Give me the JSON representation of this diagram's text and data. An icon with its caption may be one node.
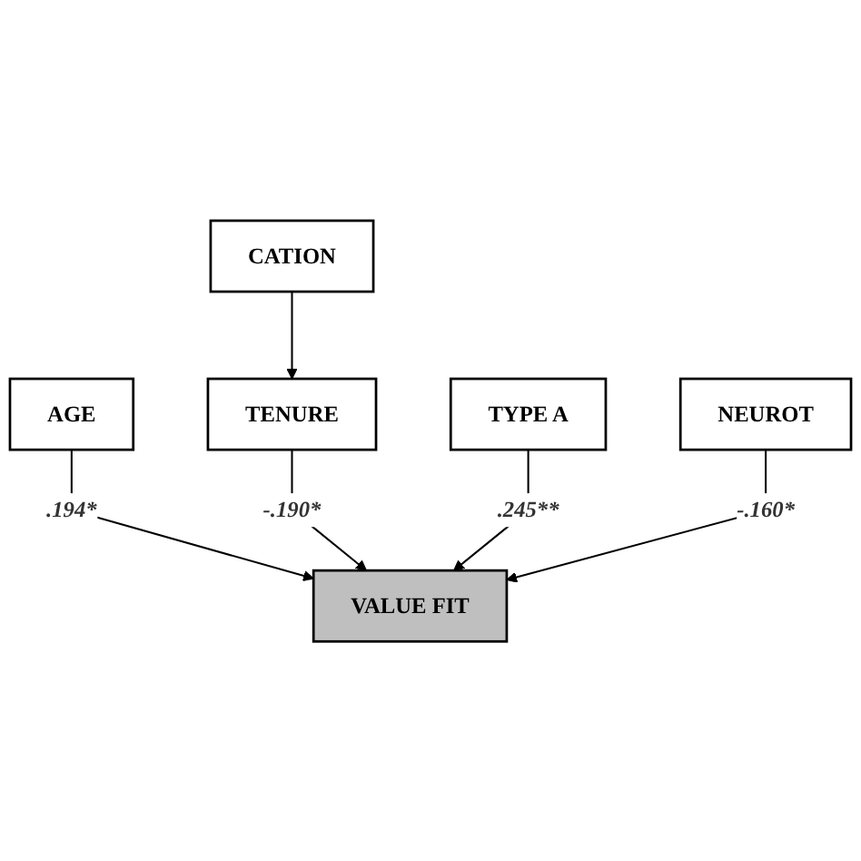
{
  "diagram": {
    "nodes": [
      {
        "text": [
          "CATION"
        ]
      },
      {
        "text": [
          "AGE"
        ]
      },
      {
        "text": [
          "TENURE"
        ]
      },
      {
        "text": [
          "VALUE FIT"
        ]
      },
      {
        "text": [
          "TYPE A"
        ]
      },
      {
        "text": [
          "NEUROT"
        ]
      }
    ],
    "edges": [
      {
        "from": 0,
        "to": 2,
        "arrow": "to"
      },
      {
        "from": 1,
        "to": 3,
        "arrow": "to",
        "label": ".194*"
      },
      {
        "from": 2,
        "to": 3,
        "arrow": "to",
        "label": "-.190*"
      },
      {
        "from": 4,
        "to": 3,
        "arrow": "to",
        "label": ".245**"
      },
      {
        "from": 5,
        "to": 3,
        "arrow": "to",
        "label": "-.160*"
      }
    ]
  }
}
